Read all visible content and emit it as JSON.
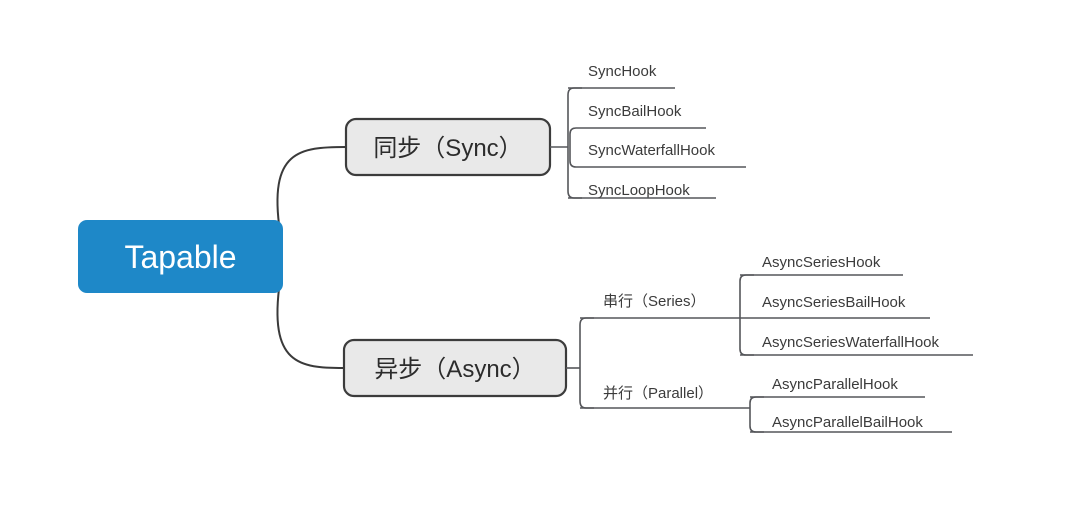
{
  "diagram": {
    "title": "Tapable Hook Taxonomy Mind Map",
    "type": "mindmap",
    "colors": {
      "root_fill": "#1e88c8",
      "root_text": "#ffffff",
      "branch_fill": "#e9e9e9",
      "branch_border": "#3c3c3c",
      "connector": "#3a3a3a",
      "text": "#3b3b3b",
      "background": "#ffffff"
    },
    "root": {
      "label": "Tapable"
    },
    "branches": [
      {
        "id": "sync",
        "label": "同步（Sync）",
        "leaves": [
          {
            "label": "SyncHook"
          },
          {
            "label": "SyncBailHook"
          },
          {
            "label": "SyncWaterfallHook"
          },
          {
            "label": "SyncLoopHook"
          }
        ]
      },
      {
        "id": "async",
        "label": "异步（Async）",
        "groups": [
          {
            "id": "series",
            "label": "串行（Series）",
            "leaves": [
              {
                "label": "AsyncSeriesHook"
              },
              {
                "label": "AsyncSeriesBailHook"
              },
              {
                "label": "AsyncSeriesWaterfallHook"
              }
            ]
          },
          {
            "id": "parallel",
            "label": "并行（Parallel）",
            "leaves": [
              {
                "label": "AsyncParallelHook"
              },
              {
                "label": "AsyncParallelBailHook"
              }
            ]
          }
        ]
      }
    ]
  }
}
